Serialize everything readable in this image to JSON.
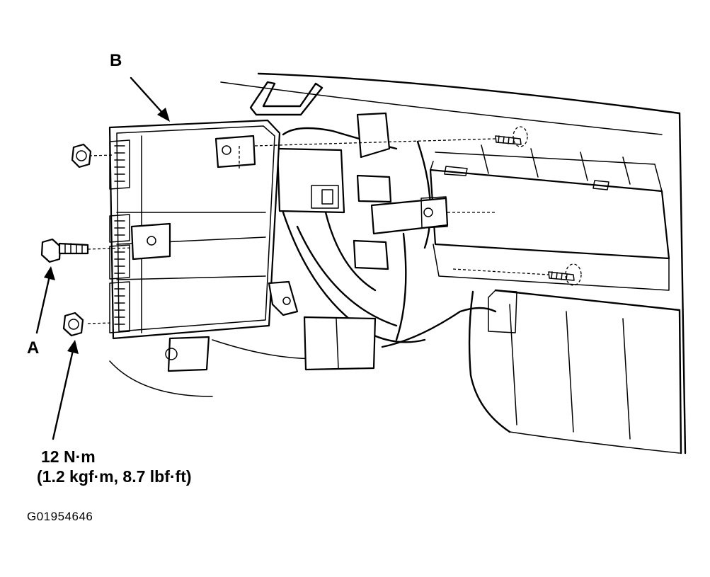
{
  "labels": {
    "callout_a": "A",
    "callout_b": "B",
    "torque_line1": "12 N·m",
    "torque_line2": "(1.2 kgf·m, 8.7 lbf·ft)",
    "figure_id": "G01954646"
  },
  "colors": {
    "line": "#000000",
    "background": "#ffffff"
  }
}
